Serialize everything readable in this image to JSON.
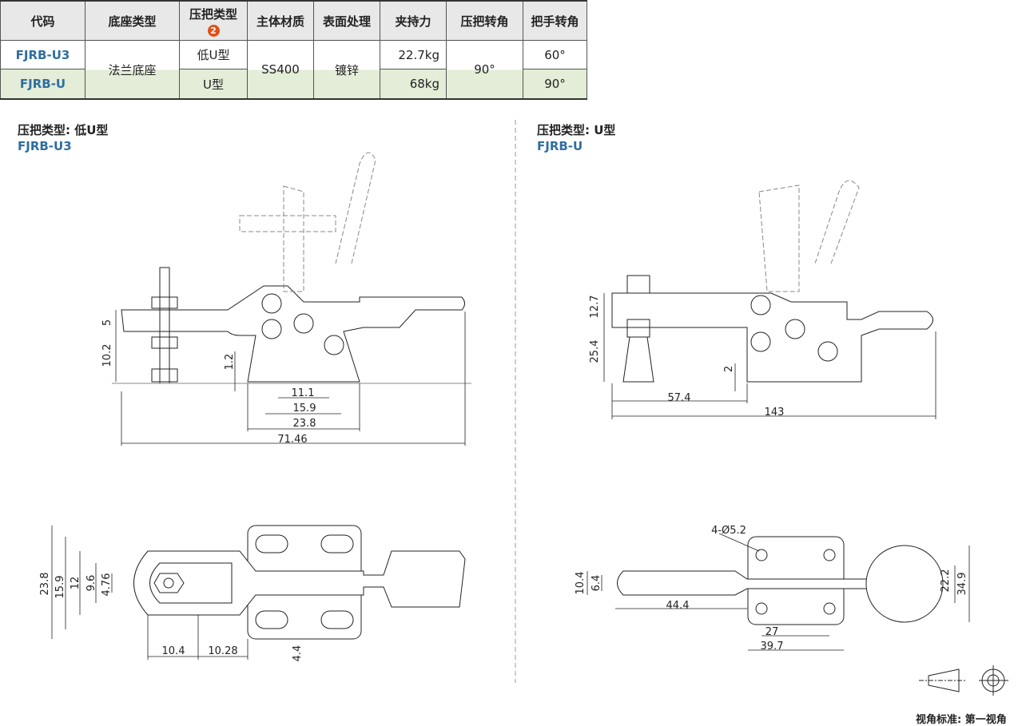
{
  "table": {
    "headers": [
      "代码",
      "底座类型",
      "压把类型",
      "主体材质",
      "表面处理",
      "夹持力",
      "压把转角",
      "把手转角"
    ],
    "header_badge": "2",
    "rows": [
      {
        "code": "FJRB-U3",
        "base": "法兰底座",
        "clamp_type": "低U型",
        "material": "SS400",
        "finish": "镀锌",
        "force": "22.7kg",
        "clamp_angle": "90°",
        "handle_angle": "60°"
      },
      {
        "code": "FJRB-U",
        "clamp_type": "U型",
        "force": "68kg",
        "handle_angle": "90°"
      }
    ]
  },
  "left": {
    "title": "压把类型: 低U型",
    "code": "FJRB-U3",
    "dims": {
      "d5": "5",
      "d10_2": "10.2",
      "d1_2": "1.2",
      "d11_1": "11.1",
      "d15_9": "15.9",
      "d23_8": "23.8",
      "d71_46": "71.46",
      "b23_8": "23.8",
      "b15_9": "15.9",
      "b12": "12",
      "b9_6": "9.6",
      "b4_76": "4.76",
      "b10_4": "10.4",
      "b10_28": "10.28",
      "b4_4": "4.4"
    }
  },
  "right": {
    "title": "压把类型: U型",
    "code": "FJRB-U",
    "dims": {
      "d12_7": "12.7",
      "d25_4": "25.4",
      "d2": "2",
      "d57_4": "57.4",
      "d143": "143",
      "holes": "4-Ø5.2",
      "b10_4": "10.4",
      "b6_4": "6.4",
      "b44_4": "44.4",
      "b27": "27",
      "b39_7": "39.7",
      "b22_2": "22.2",
      "b34_9": "34.9"
    }
  },
  "footer": "视角标准: 第一视角"
}
